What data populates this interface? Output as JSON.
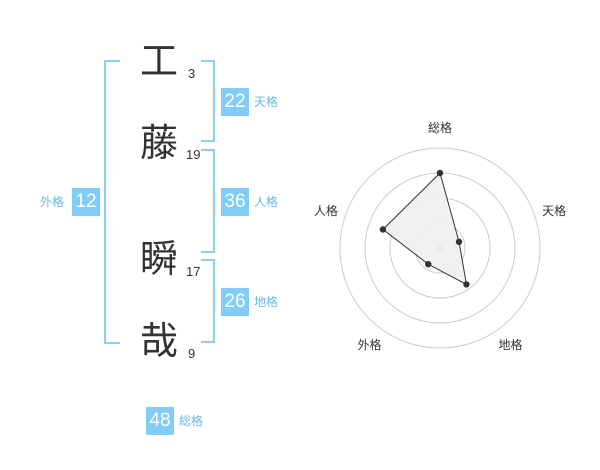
{
  "name": {
    "chars": [
      {
        "char": "工",
        "strokes": "3"
      },
      {
        "char": "藤",
        "strokes": "19"
      },
      {
        "char": "瞬",
        "strokes": "17"
      },
      {
        "char": "哉",
        "strokes": "9"
      }
    ]
  },
  "kaku": {
    "tenkaku": {
      "value": "22",
      "label": "天格"
    },
    "jinkaku": {
      "value": "36",
      "label": "人格"
    },
    "chikaku": {
      "value": "26",
      "label": "地格"
    },
    "gaikaku": {
      "value": "12",
      "label": "外格"
    },
    "soukaku": {
      "value": "48",
      "label": "総格"
    }
  },
  "chart_data": {
    "type": "radar",
    "axes": [
      "総格",
      "天格",
      "地格",
      "外格",
      "人格"
    ],
    "values": [
      0.75,
      0.2,
      0.45,
      0.2,
      0.6
    ],
    "max": 1,
    "rings": 4,
    "colors": {
      "fill": "#f0f0f0",
      "stroke": "#333333",
      "ring": "#cccccc",
      "center": "#bbbbbb"
    }
  }
}
